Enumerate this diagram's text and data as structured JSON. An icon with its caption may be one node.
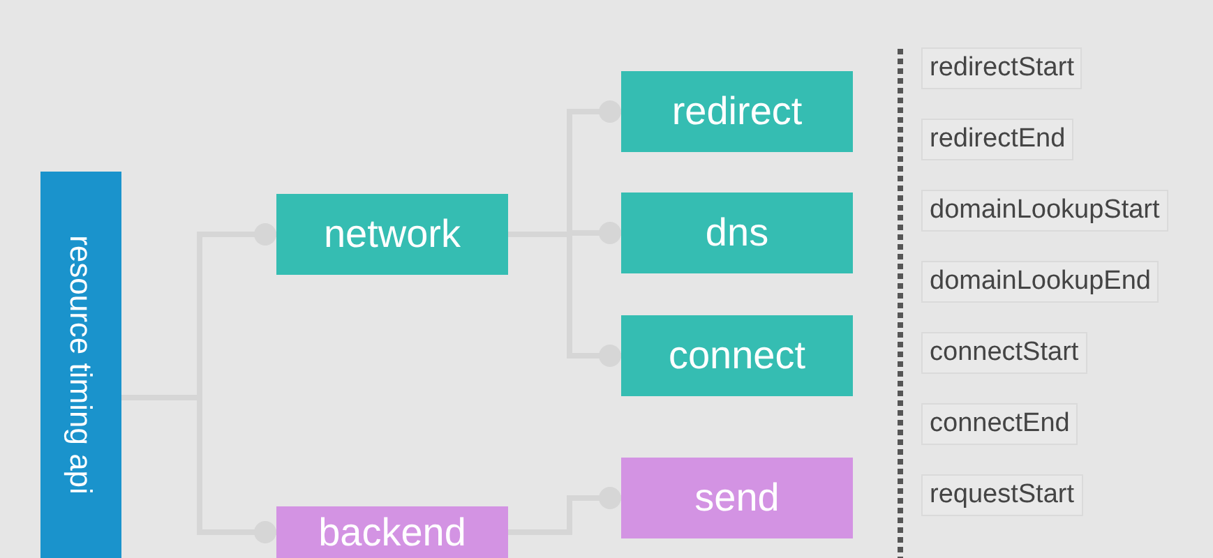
{
  "diagram": {
    "nodes": [
      {
        "text": [
          "resource timing api"
        ]
      },
      {
        "text": [
          "network"
        ]
      },
      {
        "text": [
          "backend"
        ]
      },
      {
        "text": [
          "redirect"
        ]
      },
      {
        "text": [
          "dns"
        ]
      },
      {
        "text": [
          "connect"
        ]
      },
      {
        "text": [
          "send"
        ]
      }
    ],
    "edges": [
      {
        "from": 0,
        "to": 1,
        "arrow": "other"
      },
      {
        "from": 0,
        "to": 2,
        "arrow": "other"
      },
      {
        "from": 1,
        "to": 3,
        "arrow": "other"
      },
      {
        "from": 1,
        "to": 4,
        "arrow": "other"
      },
      {
        "from": 1,
        "to": 5,
        "arrow": "other"
      },
      {
        "from": 2,
        "to": 6,
        "arrow": "other"
      }
    ],
    "labels": [
      "redirectStart",
      "redirectEnd",
      "domainLookupStart",
      "domainLookupEnd",
      "connectStart",
      "connectEnd",
      "requestStart"
    ]
  }
}
